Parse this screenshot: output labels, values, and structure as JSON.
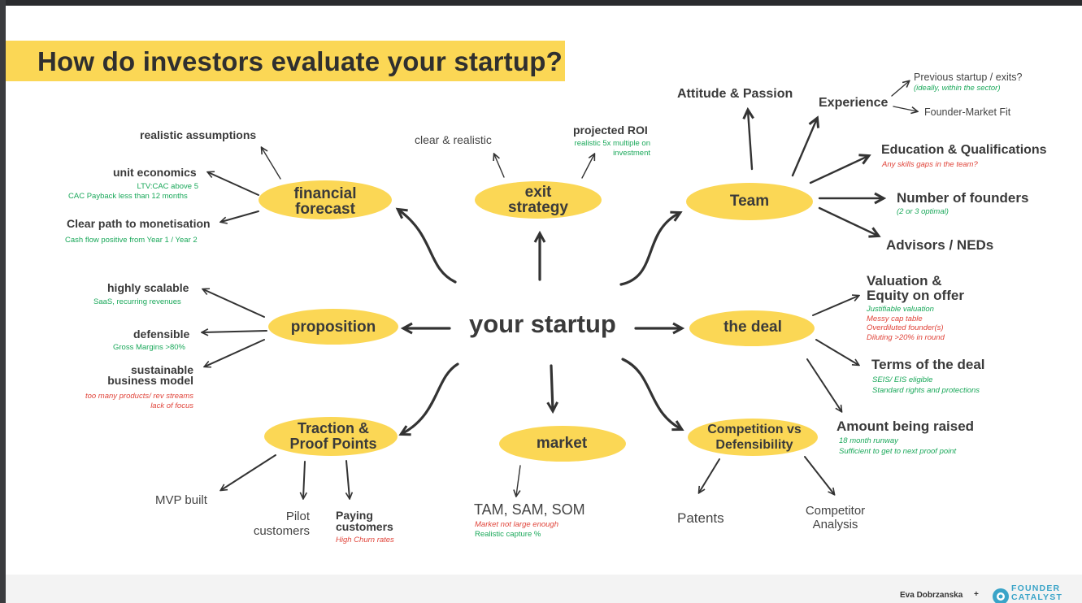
{
  "title": "How do investors evaluate your startup?",
  "center": "your startup",
  "footer": {
    "author": "Eva Dobrzanska",
    "plus": "+",
    "logo_line1": "FOUNDER",
    "logo_line2": "CATALYST"
  },
  "colors": {
    "highlight": "#fbd755",
    "green": "#1aa85a",
    "red": "#e0443a",
    "text": "#3a3a3a"
  },
  "nodes": {
    "financial": [
      "financial",
      "forecast"
    ],
    "exit": [
      "exit",
      "strategy"
    ],
    "team": "Team",
    "proposition": "proposition",
    "deal": "the deal",
    "traction": [
      "Traction &",
      "Proof Points"
    ],
    "market": "market",
    "competition": [
      "Competition vs",
      "Defensibility"
    ]
  },
  "financial": {
    "realistic": "realistic assumptions",
    "unit": "unit economics",
    "unit_n1": "LTV:CAC  above 5",
    "unit_n2": "CAC Payback less than 12 months",
    "monetisation": "Clear path to monetisation",
    "monetisation_n": "Cash flow positive from Year 1 / Year 2"
  },
  "exit": {
    "clear": "clear & realistic",
    "roi": "projected ROI",
    "roi_n1": "realistic 5x multiple on",
    "roi_n2": "investment"
  },
  "team": {
    "attitude": "Attitude & Passion",
    "experience": "Experience",
    "prev": "Previous startup / exits?",
    "prev_n": "(ideally, within the sector)",
    "fmf": "Founder-Market Fit",
    "education": "Education & Qualifications",
    "education_n": "Any skills gaps in the team?",
    "founders": "Number of founders",
    "founders_n": "(2 or 3 optimal)",
    "advisors": "Advisors / NEDs"
  },
  "proposition": {
    "scalable": "highly scalable",
    "scalable_n": "SaaS, recurring revenues",
    "defensible": "defensible",
    "defensible_n": "Gross Margins >80%",
    "sustainable1": "sustainable",
    "sustainable2": "business model",
    "sustainable_n1": "too many products/ rev streams",
    "sustainable_n2": "lack of focus"
  },
  "deal": {
    "valuation1": "Valuation &",
    "valuation2": "Equity on offer",
    "val_n1": "Justifiable valuation",
    "val_n2": "Messy cap table",
    "val_n3": "Overdiluted founder(s)",
    "val_n4": "Diluting >20% in round",
    "terms": "Terms of the deal",
    "terms_n1": "SEIS/ EIS eligible",
    "terms_n2": "Standard rights and protections",
    "amount": "Amount being raised",
    "amount_n1": "18 month runway",
    "amount_n2": "Sufficient to get to next proof point"
  },
  "traction": {
    "mvp": "MVP built",
    "pilot1": "Pilot",
    "pilot2": "customers",
    "paying1": "Paying",
    "paying2": "customers",
    "paying_n": "High Churn rates"
  },
  "market": {
    "tam": "TAM, SAM, SOM",
    "tam_n1": "Market not large enough",
    "tam_n2": "Realistic capture %"
  },
  "competition": {
    "patents": "Patents",
    "competitor1": "Competitor",
    "competitor2": "Analysis"
  }
}
